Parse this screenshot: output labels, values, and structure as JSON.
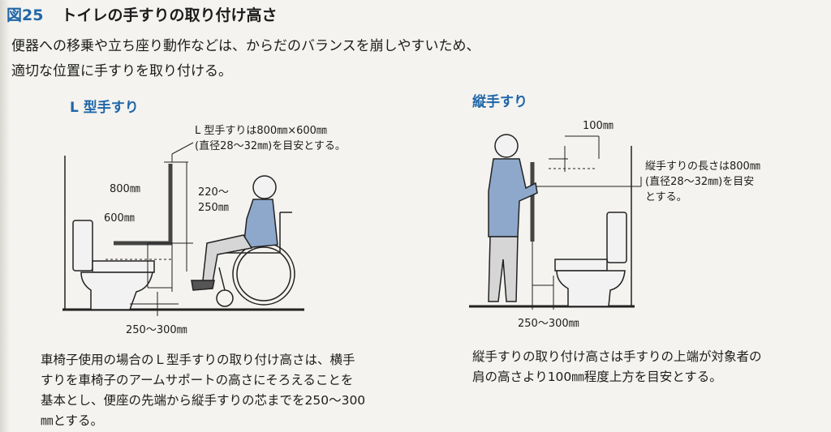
{
  "figure": {
    "number": "図25",
    "title": "トイレの手すりの取り付け高さ",
    "intro_lines": [
      "便器への移乗や立ち座り動作などは、からだのバランスを崩しやすいため、",
      "適切な位置に手すりを取り付ける。"
    ]
  },
  "left": {
    "heading": "L 型手すり",
    "note_lines": [
      "L 型手すりは800㎜×600㎜",
      "(直径28〜32㎜)を目安とする。"
    ],
    "label_800": "800㎜",
    "label_600": "600㎜",
    "label_220": [
      "220〜",
      "250㎜"
    ],
    "label_bottom": "250〜300㎜",
    "body_lines": [
      "車椅子使用の場合のＬ型手すりの取り付け高さは、横手",
      "すりを車椅子のアームサポートの高さにそろえることを",
      "基本とし、便座の先端から縦手すりの芯までを250〜300",
      "㎜とする。"
    ]
  },
  "right": {
    "heading": "縦手すり",
    "label_100": "100㎜",
    "note_lines": [
      "縦手すりの長さは800㎜",
      "(直径28〜32㎜)を目安",
      "とする。"
    ],
    "label_bottom": "250〜300㎜",
    "body_lines": [
      "縦手すりの取り付け高さは手すりの上端が対象者の",
      "肩の高さより100㎜程度上方を目安とする。"
    ]
  },
  "colors": {
    "accent": "#1f66a8",
    "figure_blue": "#8ea8cc",
    "figure_gray": "#c8c8c8"
  }
}
